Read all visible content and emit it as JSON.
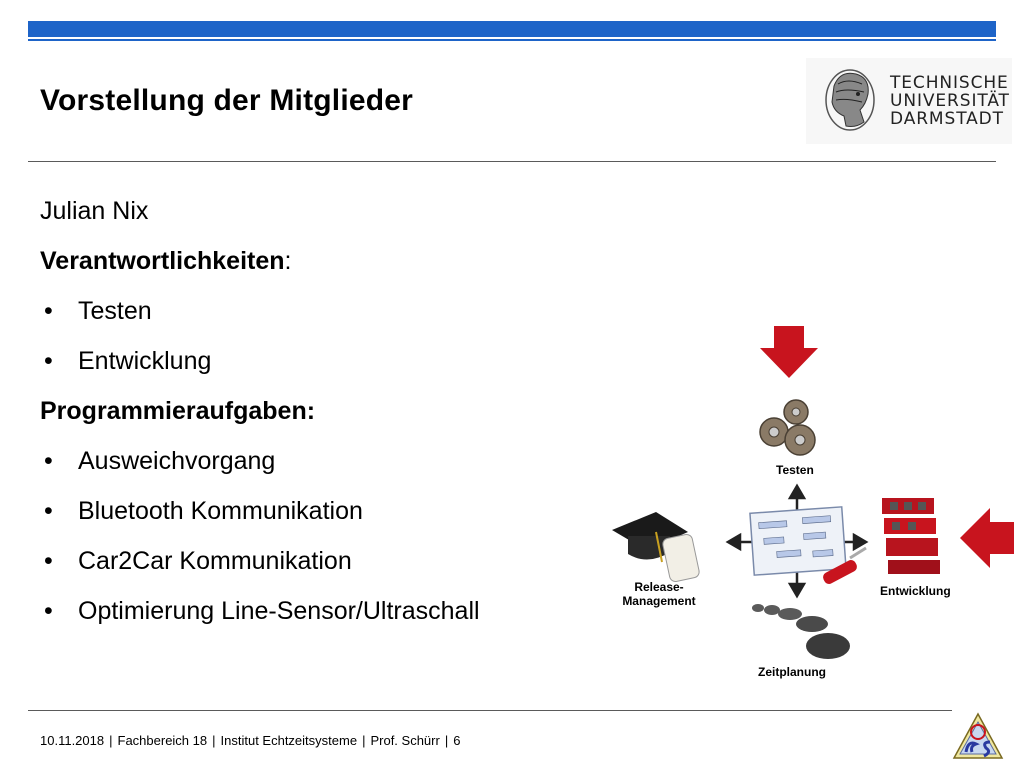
{
  "header": {
    "title": "Vorstellung der Mitglieder",
    "logo_lines": [
      "TECHNISCHE",
      "UNIVERSITÄT",
      "DARMSTADT"
    ]
  },
  "content": {
    "name": "Julian Nix",
    "responsibilities_heading": "Verantwortlichkeiten",
    "responsibilities_suffix": ":",
    "responsibilities": [
      "Testen",
      "Entwicklung"
    ],
    "tasks_heading": "Programmieraufgaben:",
    "tasks": [
      "Ausweichvorgang",
      "Bluetooth Kommunikation",
      "Car2Car Kommunikation",
      "Optimierung Line-Sensor/Ultraschall"
    ],
    "bullet_char": "•"
  },
  "graphic": {
    "label_top": "Testen",
    "label_left_1": "Release-",
    "label_left_2": "Management",
    "label_right": "Entwicklung",
    "label_bottom": "Zeitplanung",
    "arrow_color": "#c8141e"
  },
  "footer": {
    "date": "10.11.2018",
    "department": "Fachbereich 18",
    "institute": "Institut Echtzeitsysteme",
    "author": "Prof. Schürr",
    "page": "6",
    "separator": "|"
  },
  "colors": {
    "accent": "#1e64c8",
    "rule": "#5a5a5a"
  }
}
